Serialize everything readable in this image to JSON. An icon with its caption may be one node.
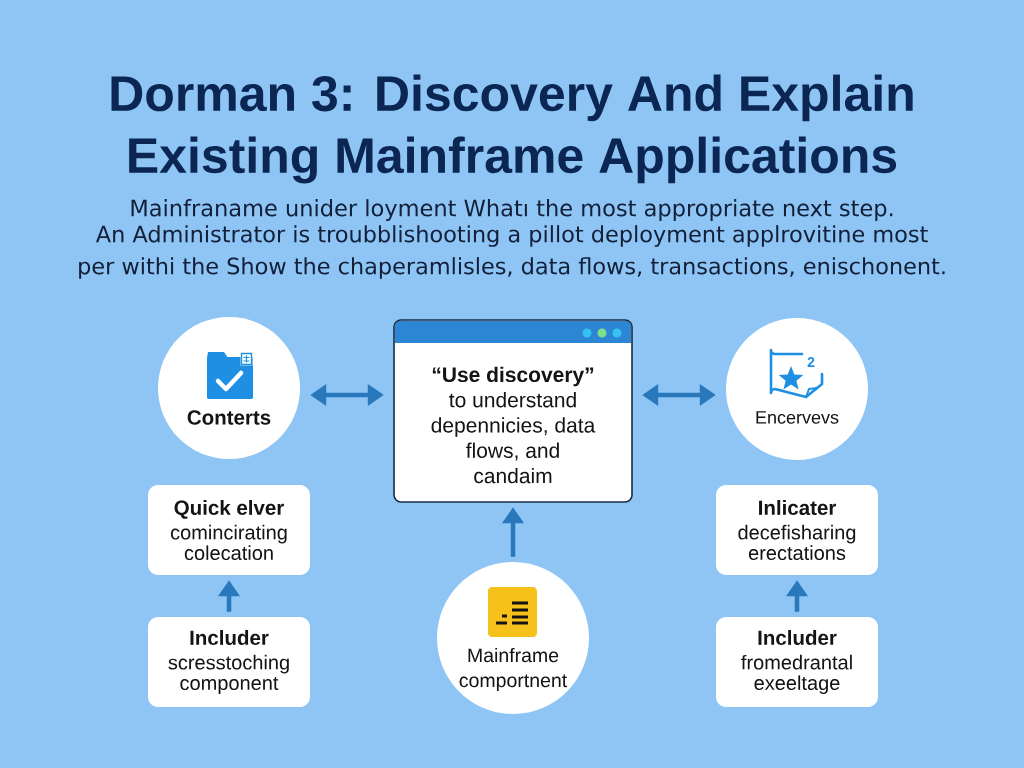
{
  "diagram": {
    "title": "Dorman 3: Discovery And Explain Existing Mainframe Applications",
    "nodes": [
      {
        "text": [
          "Conterts"
        ]
      },
      {
        "text": [
          "“Use discovery”",
          "to understand depennicies, data flows, and candaim"
        ]
      },
      {
        "text": [
          "Encervevs"
        ]
      },
      {
        "text": [
          "Quick elver",
          "comincirating colecation"
        ]
      },
      {
        "text": [
          "Inlicater",
          "decefisharing erectations"
        ]
      },
      {
        "text": [
          "Includer",
          "scresstoching component"
        ]
      },
      {
        "text": [
          "Mainframe comportnent"
        ]
      },
      {
        "text": [
          "Includer",
          "fromedrantal exeeltage"
        ]
      }
    ],
    "edges": [
      {
        "from": 0,
        "to": 1,
        "arrow": "both"
      },
      {
        "from": 1,
        "to": 2,
        "arrow": "both"
      },
      {
        "from": 5,
        "to": 3,
        "arrow": "to"
      },
      {
        "from": 6,
        "to": 1,
        "arrow": "to"
      },
      {
        "from": 7,
        "to": 4,
        "arrow": "to"
      }
    ],
    "labels": [
      "Mainfraname unider loyment Whatı the most appropriate next step.",
      "An Administrator is troubblishooting a pillot deployment applrovitine most per withi the Show the chaperamlisles, data flows, transactions, enischonent.",
      "2"
    ]
  }
}
